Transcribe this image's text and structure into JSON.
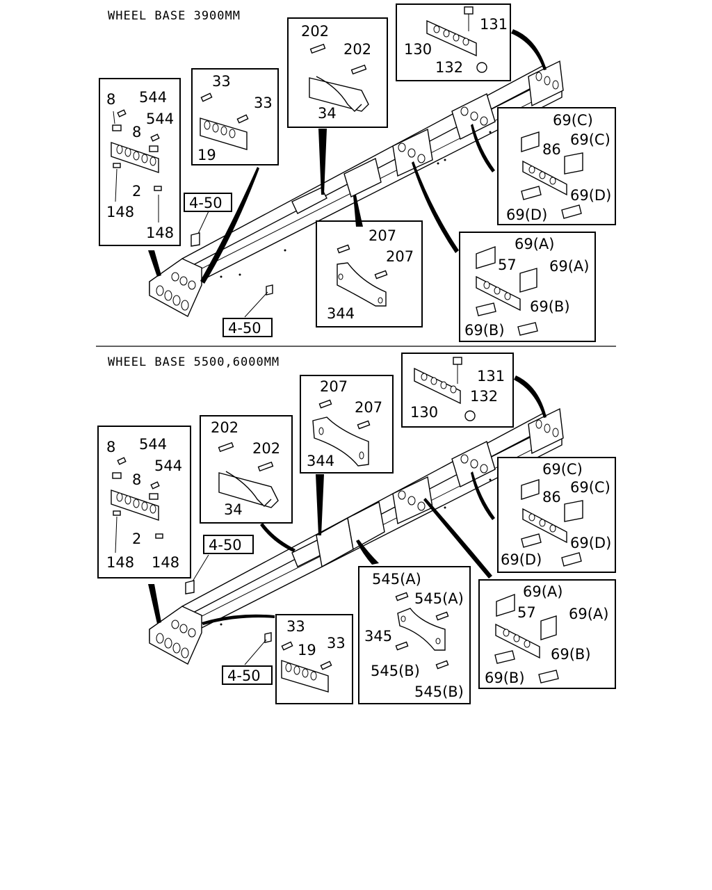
{
  "sections": [
    {
      "title": "WHEEL BASE 3900MM",
      "labels": {
        "b1_8a": "8",
        "b1_544a": "544",
        "b1_544b": "544",
        "b1_8b": "8",
        "b1_2": "2",
        "b1_148a": "148",
        "b1_148b": "148",
        "b2_33a": "33",
        "b2_33b": "33",
        "b2_19": "19",
        "b3_202a": "202",
        "b3_202b": "202",
        "b3_34": "34",
        "b4_131": "131",
        "b4_130": "130",
        "b4_132": "132",
        "b5_69c1": "69(C)",
        "b5_69c2": "69(C)",
        "b5_86": "86",
        "b5_69d1": "69(D)",
        "b5_69d2": "69(D)",
        "b6_207a": "207",
        "b6_207b": "207",
        "b6_344": "344",
        "b7_69a1": "69(A)",
        "b7_57": "57",
        "b7_69a2": "69(A)",
        "b7_69b1": "69(B)",
        "b7_69b2": "69(B)",
        "ref1": "4-50",
        "ref2": "4-50"
      }
    },
    {
      "title": "WHEEL BASE 5500,6000MM",
      "labels": {
        "b1_8a": "8",
        "b1_544a": "544",
        "b1_544b": "544",
        "b1_8b": "8",
        "b1_2": "2",
        "b1_148a": "148",
        "b1_148b": "148",
        "b2_202a": "202",
        "b2_202b": "202",
        "b2_34": "34",
        "b3_207a": "207",
        "b3_207b": "207",
        "b3_344": "344",
        "b4_131": "131",
        "b4_130": "130",
        "b4_132": "132",
        "b5_69c1": "69(C)",
        "b5_69c2": "69(C)",
        "b5_86": "86",
        "b5_69d1": "69(D)",
        "b5_69d2": "69(D)",
        "b6_545a1": "545(A)",
        "b6_545a2": "545(A)",
        "b6_345": "345",
        "b6_545b1": "545(B)",
        "b6_545b2": "545(B)",
        "b7_33a": "33",
        "b7_19": "19",
        "b7_33b": "33",
        "b8_69a1": "69(A)",
        "b8_57": "57",
        "b8_69a2": "69(A)",
        "b8_69b1": "69(B)",
        "b8_69b2": "69(B)",
        "ref1": "4-50",
        "ref2": "4-50"
      }
    }
  ]
}
